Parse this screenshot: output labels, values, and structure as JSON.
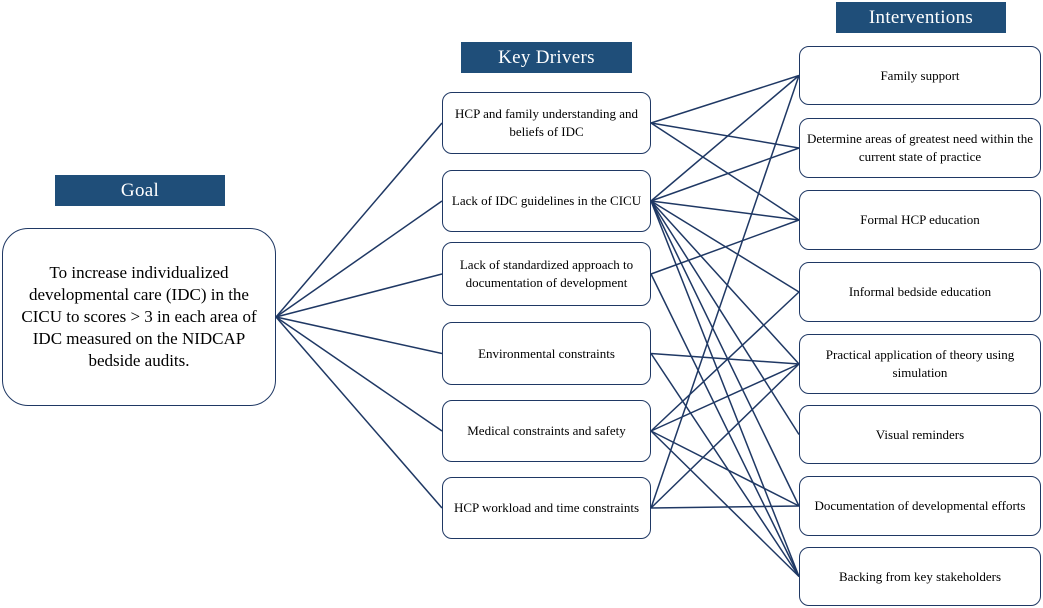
{
  "headers": {
    "goal": "Goal",
    "drivers": "Key Drivers",
    "interventions": "Interventions"
  },
  "goal": {
    "text": "To increase individualized developmental care (IDC) in the CICU to scores > 3 in each area of IDC measured on the NIDCAP bedside audits."
  },
  "drivers": [
    "HCP and family understanding and beliefs of IDC",
    "Lack of IDC guidelines in the CICU",
    "Lack of standardized approach to documentation of development",
    "Environmental constraints",
    "Medical constraints and safety",
    "HCP workload and time constraints"
  ],
  "interventions": [
    "Family support",
    "Determine areas of greatest need within the current state of practice",
    "Formal HCP education",
    "Informal bedside education",
    "Practical application of theory using simulation",
    "Visual reminders",
    "Documentation of developmental efforts",
    "Backing from key stakeholders"
  ],
  "connections": [
    [
      0,
      0
    ],
    [
      0,
      1
    ],
    [
      0,
      2
    ],
    [
      1,
      0
    ],
    [
      1,
      1
    ],
    [
      1,
      2
    ],
    [
      1,
      3
    ],
    [
      1,
      4
    ],
    [
      1,
      5
    ],
    [
      1,
      6
    ],
    [
      1,
      7
    ],
    [
      2,
      2
    ],
    [
      2,
      7
    ],
    [
      3,
      4
    ],
    [
      3,
      7
    ],
    [
      4,
      3
    ],
    [
      4,
      4
    ],
    [
      4,
      6
    ],
    [
      4,
      7
    ],
    [
      5,
      0
    ],
    [
      5,
      4
    ],
    [
      5,
      6
    ]
  ],
  "colors": {
    "header": "#1f4e79",
    "border": "#1f3864",
    "line": "#1f3864"
  }
}
